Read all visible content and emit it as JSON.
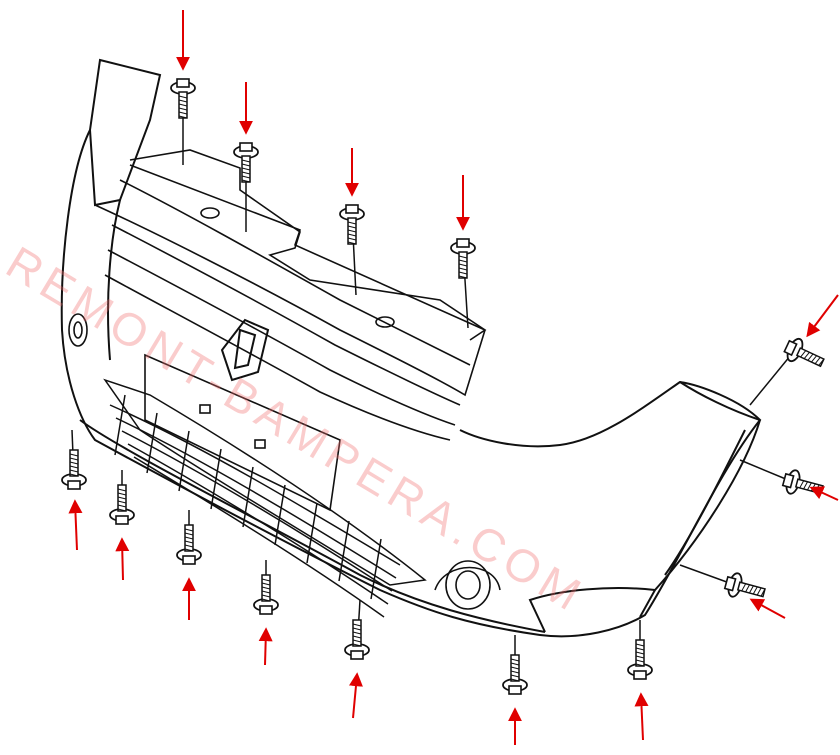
{
  "diagram": {
    "watermark_text": "REMONT-BAMPERA.COM",
    "arrow_color": "#e00000",
    "line_color": "#111111",
    "bolts": [
      {
        "id": "top-bolt-1",
        "group": "top"
      },
      {
        "id": "top-bolt-2",
        "group": "top"
      },
      {
        "id": "top-bolt-3",
        "group": "top"
      },
      {
        "id": "top-bolt-4",
        "group": "top"
      },
      {
        "id": "side-bolt-1",
        "group": "side"
      },
      {
        "id": "side-bolt-2",
        "group": "side"
      },
      {
        "id": "side-bolt-3",
        "group": "side"
      },
      {
        "id": "bottom-bolt-1",
        "group": "bottom"
      },
      {
        "id": "bottom-bolt-2",
        "group": "bottom"
      },
      {
        "id": "bottom-bolt-3",
        "group": "bottom"
      },
      {
        "id": "bottom-bolt-4",
        "group": "bottom"
      },
      {
        "id": "bottom-bolt-5",
        "group": "bottom"
      },
      {
        "id": "bottom-bolt-6",
        "group": "bottom"
      },
      {
        "id": "bottom-bolt-7",
        "group": "bottom"
      }
    ]
  }
}
